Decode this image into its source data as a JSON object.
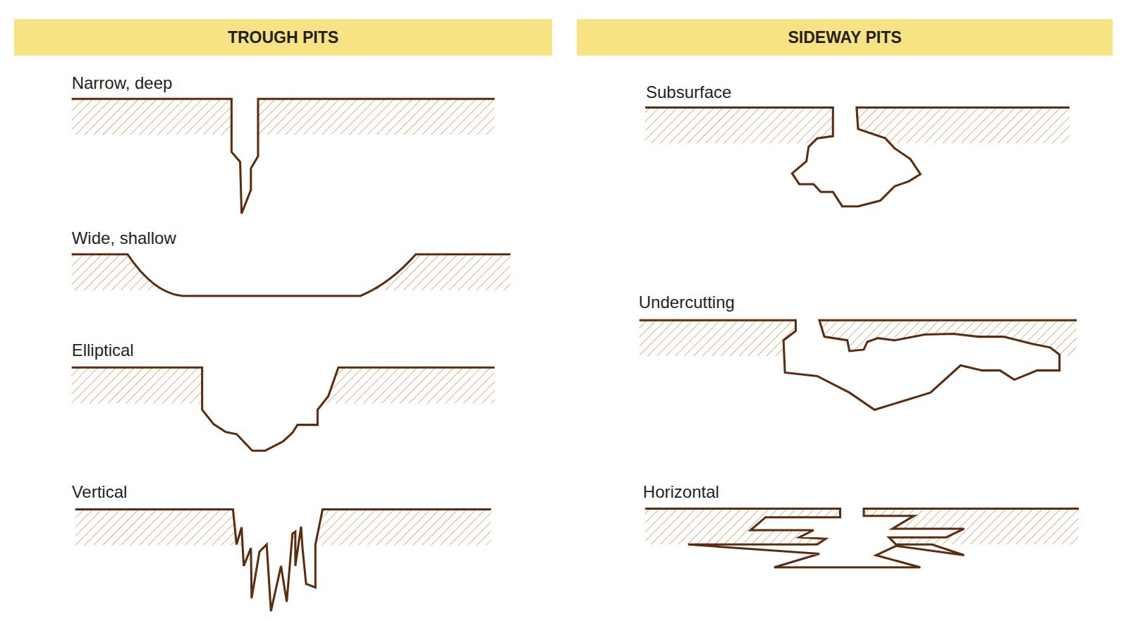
{
  "diagram": {
    "nodes": [
      {
        "text": [
          "TROUGH PITS"
        ]
      },
      {
        "text": [
          "SIDEWAY PITS"
        ]
      }
    ],
    "labels": [
      "Narrow, deep",
      "Wide, shallow",
      "Elliptical",
      "Vertical",
      "Subsurface",
      "Undercutting",
      "Horizontal"
    ]
  }
}
